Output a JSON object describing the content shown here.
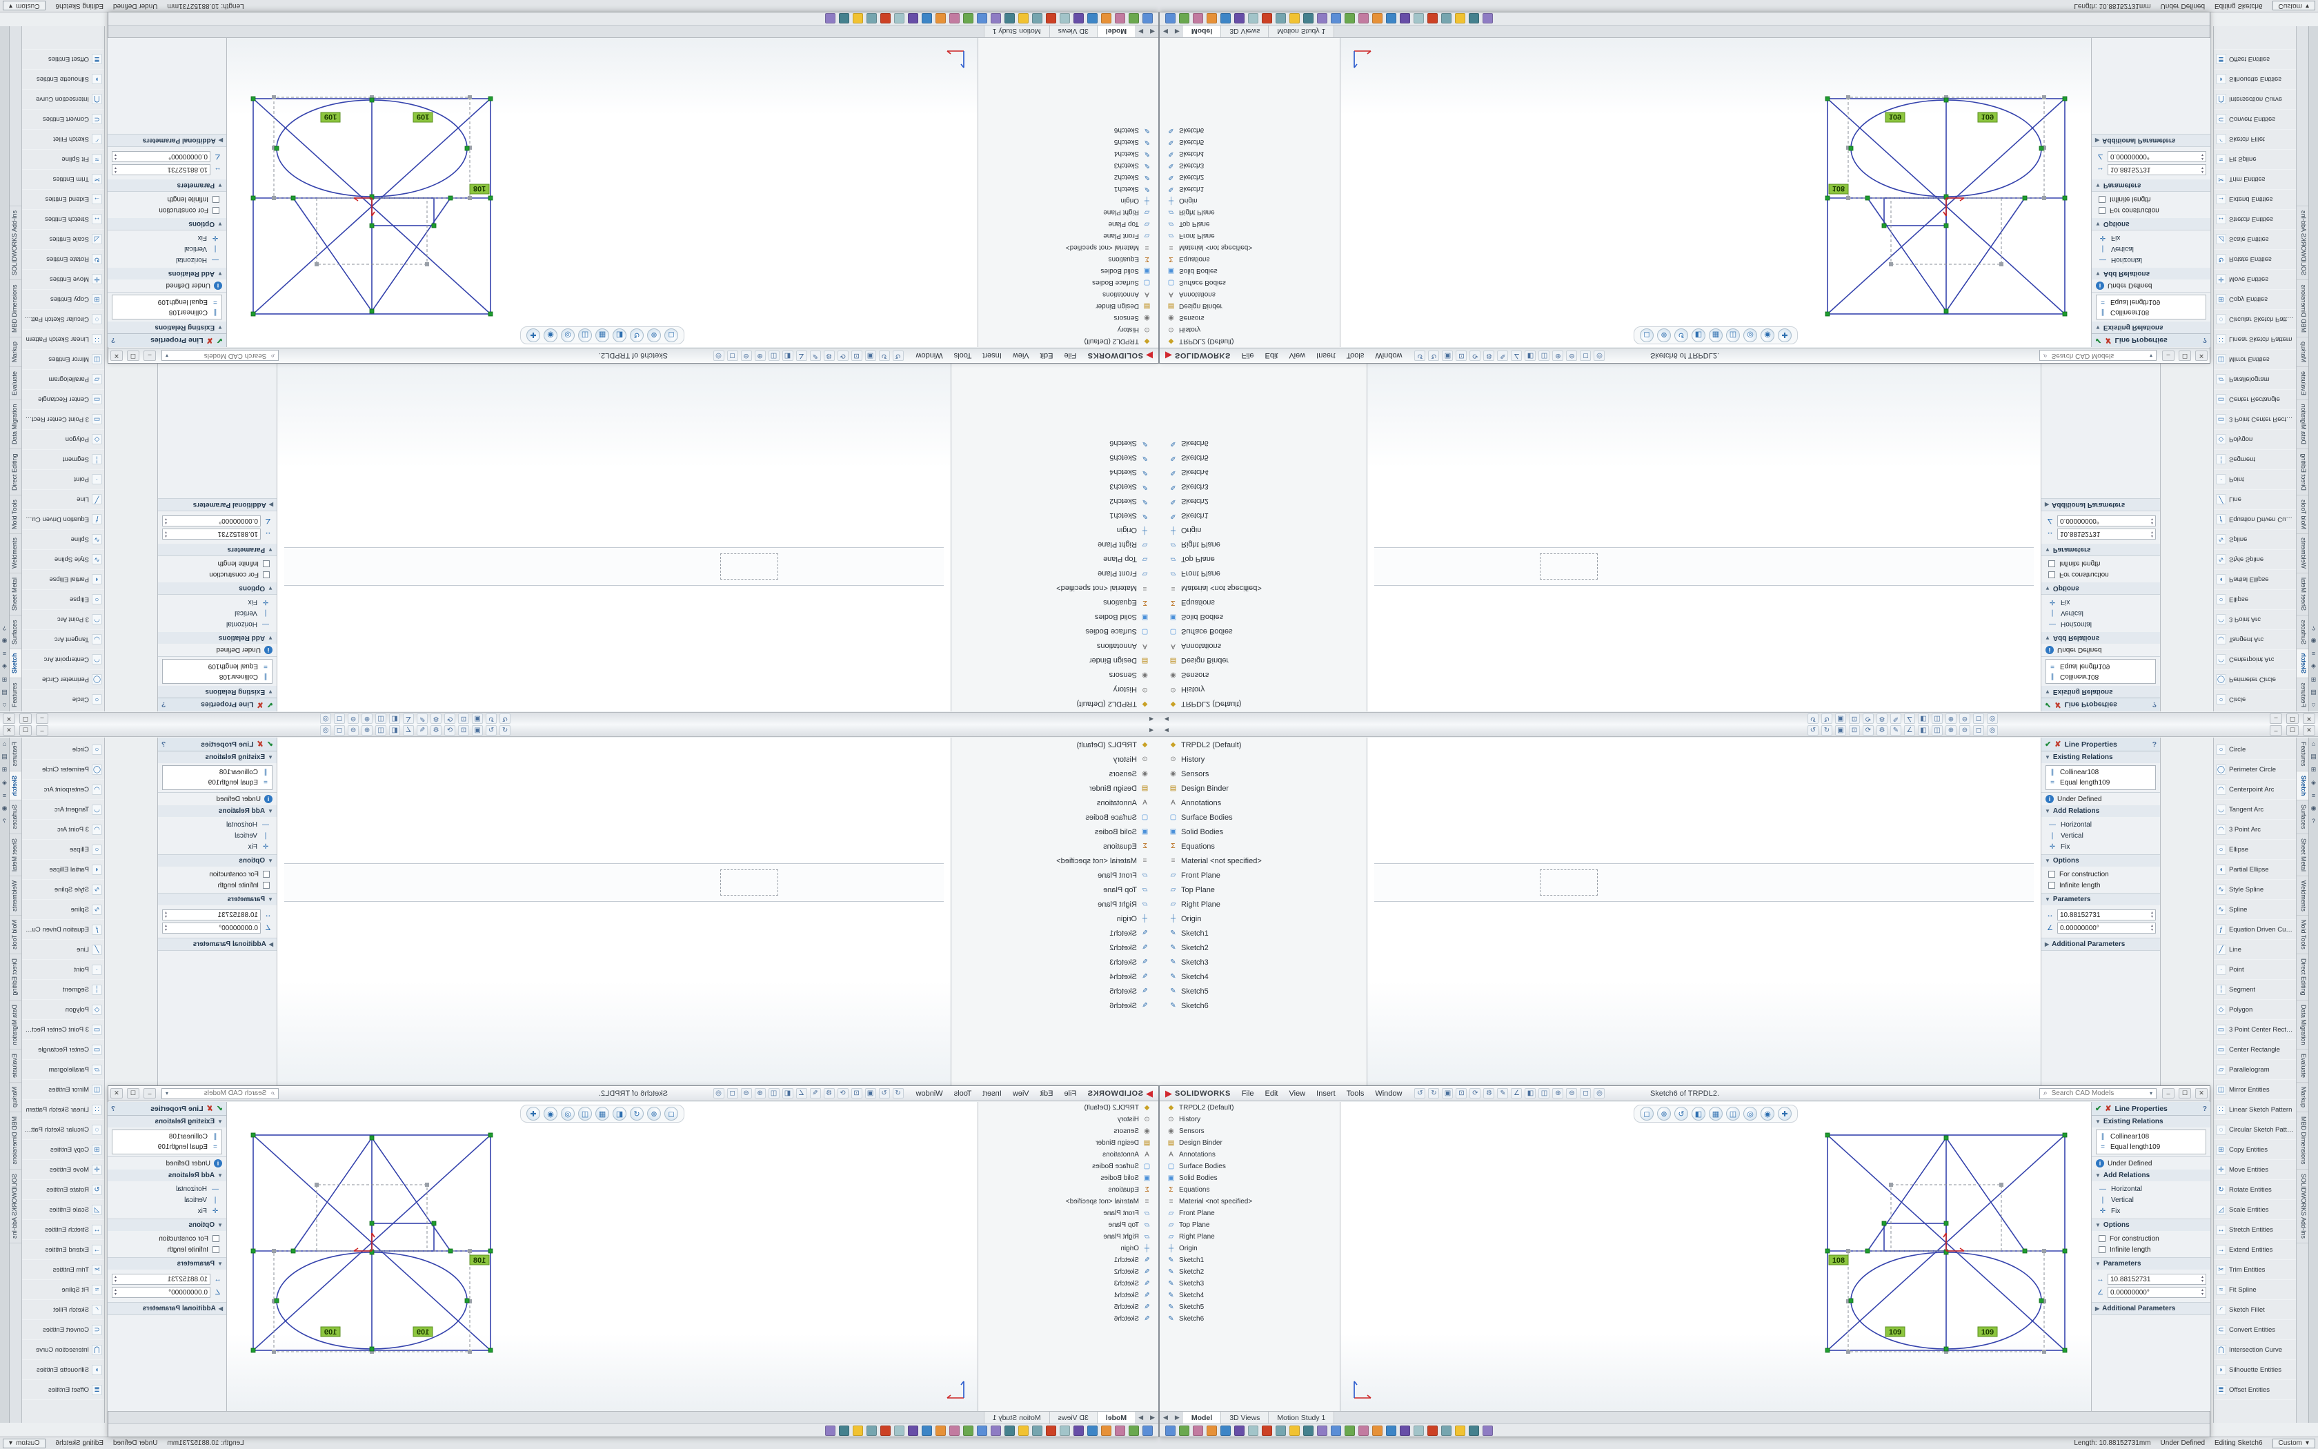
{
  "window": {
    "brand": "SOLIDWORKS",
    "logo_glyph": "▶",
    "title": "Sketch6 of TRPDL2.",
    "menus": [
      "File",
      "Edit",
      "View",
      "Insert",
      "Tools",
      "Window"
    ],
    "search_placeholder": "Search CAD Models",
    "search_icon": "⌕",
    "window_controls": [
      "–",
      "☐",
      "✕"
    ],
    "back_arrow": "◄"
  },
  "colors": {
    "sketch_line": "#3644ad",
    "construction": "#8a8f98",
    "relation_flag_bg": "#8dc63f",
    "vertex_green": "#1f9d2f",
    "origin_red": "#cc2222",
    "accent_blue": "#2e6fb0"
  },
  "w1": {
    "titlebar_icons": [
      {
        "name": "undo-icon",
        "glyph": "↺"
      },
      {
        "name": "redo-icon",
        "glyph": "↻"
      },
      {
        "name": "save-icon",
        "glyph": "▣"
      },
      {
        "name": "print-icon",
        "glyph": "⊡"
      },
      {
        "name": "rebuild-icon",
        "glyph": "⟳"
      },
      {
        "name": "options-icon",
        "glyph": "⚙"
      },
      {
        "name": "sketch-icon",
        "glyph": "✎"
      },
      {
        "name": "measure-icon",
        "glyph": "∠"
      },
      {
        "name": "section-view-icon",
        "glyph": "◧"
      },
      {
        "name": "display-style-icon",
        "glyph": "◫"
      },
      {
        "name": "zoom-in-icon",
        "glyph": "⊕"
      },
      {
        "name": "zoom-out-icon",
        "glyph": "⊖"
      },
      {
        "name": "zoom-fit-icon",
        "glyph": "◻"
      },
      {
        "name": "hide-show-icon",
        "glyph": "◎"
      }
    ]
  },
  "feature_tree": {
    "items": [
      {
        "name": "tree-item-part",
        "label": "TRPDL2 (Default)",
        "glyph": "◆",
        "color": "#c9a227"
      },
      {
        "name": "tree-item-history",
        "label": "History",
        "glyph": "⊙",
        "color": "#777777"
      },
      {
        "name": "tree-item-sensors",
        "label": "Sensors",
        "glyph": "◉",
        "color": "#777777"
      },
      {
        "name": "tree-item-design-binder",
        "label": "Design Binder",
        "glyph": "▤",
        "color": "#b8860b"
      },
      {
        "name": "tree-item-annotations",
        "label": "Annotations",
        "glyph": "A",
        "color": "#666666"
      },
      {
        "name": "tree-item-surface-bodies",
        "label": "Surface Bodies",
        "glyph": "▢",
        "color": "#4a90d9"
      },
      {
        "name": "tree-item-solid-bodies",
        "label": "Solid Bodies",
        "glyph": "▣",
        "color": "#4a90d9"
      },
      {
        "name": "tree-item-equations",
        "label": "Equations",
        "glyph": "Σ",
        "color": "#b05c00"
      },
      {
        "name": "tree-item-material",
        "label": "Material <not specified>",
        "glyph": "≡",
        "color": "#888888"
      },
      {
        "name": "tree-item-front-plane",
        "label": "Front Plane",
        "glyph": "▱",
        "color": "#3a7abd"
      },
      {
        "name": "tree-item-top-plane",
        "label": "Top Plane",
        "glyph": "▱",
        "color": "#3a7abd"
      },
      {
        "name": "tree-item-right-plane",
        "label": "Right Plane",
        "glyph": "▱",
        "color": "#3a7abd"
      },
      {
        "name": "tree-item-origin",
        "label": "Origin",
        "glyph": "┼",
        "color": "#3a7abd"
      },
      {
        "name": "tree-item-sketch1",
        "label": "Sketch1",
        "glyph": "✎",
        "color": "#2e6fb0"
      },
      {
        "name": "tree-item-sketch2",
        "label": "Sketch2",
        "glyph": "✎",
        "color": "#2e6fb0"
      },
      {
        "name": "tree-item-sketch3",
        "label": "Sketch3",
        "glyph": "✎",
        "color": "#2e6fb0"
      },
      {
        "name": "tree-item-sketch4",
        "label": "Sketch4",
        "glyph": "✎",
        "color": "#2e6fb0"
      },
      {
        "name": "tree-item-sketch5",
        "label": "Sketch5",
        "glyph": "✎",
        "color": "#2e6fb0"
      },
      {
        "name": "tree-item-sketch6",
        "label": "Sketch6",
        "glyph": "✎",
        "color": "#2e6fb0"
      }
    ]
  },
  "property_panel": {
    "title": "Line Properties",
    "ok_glyph": "✔",
    "cancel_glyph": "✘",
    "help_glyph": "?",
    "existing_relations": {
      "label": "Existing Relations",
      "items": [
        {
          "label": "Collinear108",
          "glyph": "∥"
        },
        {
          "label": "Equal length109",
          "glyph": "="
        }
      ]
    },
    "information": {
      "label": "Under Defined",
      "glyph": "i"
    },
    "add_relations": {
      "label": "Add Relations",
      "items": [
        {
          "label": "Horizontal",
          "glyph": "―"
        },
        {
          "label": "Vertical",
          "glyph": "❘"
        },
        {
          "label": "Fix",
          "glyph": "✛"
        }
      ]
    },
    "options": {
      "label": "Options",
      "items": [
        {
          "label": "For construction"
        },
        {
          "label": "Infinite length"
        }
      ]
    },
    "parameters": {
      "label": "Parameters",
      "fields": [
        {
          "glyph": "↔",
          "value": "10.88152731"
        },
        {
          "glyph": "∠",
          "value": "0.00000000°"
        }
      ]
    },
    "additional_parameters": {
      "label": "Additional Parameters"
    }
  },
  "sketch_tools": [
    {
      "label": "Circle",
      "glyph": "○"
    },
    {
      "label": "Perimeter Circle",
      "glyph": "◯"
    },
    {
      "label": "Centerpoint Arc",
      "glyph": "◠"
    },
    {
      "label": "Tangent Arc",
      "glyph": "◡"
    },
    {
      "label": "3 Point Arc",
      "glyph": "◠"
    },
    {
      "label": "Ellipse",
      "glyph": "○"
    },
    {
      "label": "Partial Ellipse",
      "glyph": "◖"
    },
    {
      "label": "Style Spline",
      "glyph": "∿"
    },
    {
      "label": "Spline",
      "glyph": "∿"
    },
    {
      "label": "Equation Driven Curve",
      "glyph": "ƒ"
    },
    {
      "label": "Line",
      "glyph": "╱"
    },
    {
      "label": "Point",
      "glyph": "·"
    },
    {
      "label": "Segment",
      "glyph": "╎"
    },
    {
      "label": "Polygon",
      "glyph": "◇"
    },
    {
      "label": "3 Point Center Recta...",
      "glyph": "▭"
    },
    {
      "label": "Center Rectangle",
      "glyph": "▭"
    },
    {
      "label": "Parallelogram",
      "glyph": "▱"
    },
    {
      "label": "Mirror Entities",
      "glyph": "◫"
    },
    {
      "label": "Linear Sketch Pattern",
      "glyph": "∷"
    },
    {
      "label": "Circular Sketch Pattern",
      "glyph": "◌"
    },
    {
      "label": "Copy Entities",
      "glyph": "⊞"
    },
    {
      "label": "Move Entities",
      "glyph": "✛"
    },
    {
      "label": "Rotate Entities",
      "glyph": "↻"
    },
    {
      "label": "Scale Entities",
      "glyph": "◿"
    },
    {
      "label": "Stretch Entities",
      "glyph": "↔"
    },
    {
      "label": "Extend Entities",
      "glyph": "→"
    },
    {
      "label": "Trim Entities",
      "glyph": "✂"
    },
    {
      "label": "Fit Spline",
      "glyph": "≈"
    },
    {
      "label": "Sketch Fillet",
      "glyph": "◜"
    },
    {
      "label": "Convert Entities",
      "glyph": "⊂"
    },
    {
      "label": "Intersection Curve",
      "glyph": "⋂"
    },
    {
      "label": "Silhouette Entities",
      "glyph": "◗"
    },
    {
      "label": "Offset Entities",
      "glyph": "≣"
    }
  ],
  "command_tabs": [
    {
      "label": "Features"
    },
    {
      "label": "Sketch",
      "active": true
    },
    {
      "label": "Surfaces"
    },
    {
      "label": "Sheet Metal"
    },
    {
      "label": "Weldments"
    },
    {
      "label": "Mold Tools"
    },
    {
      "label": "Direct Editing"
    },
    {
      "label": "Data Migration"
    },
    {
      "label": "Evaluate"
    },
    {
      "label": "Markup"
    },
    {
      "label": "MBD Dimensions"
    },
    {
      "label": "SOLIDWORKS Add-Ins"
    }
  ],
  "task_pane_icons": [
    {
      "name": "home-icon",
      "glyph": "⌂"
    },
    {
      "name": "design-library-icon",
      "glyph": "▤"
    },
    {
      "name": "file-explorer-icon",
      "glyph": "⊞"
    },
    {
      "name": "appearances-icon",
      "glyph": "◈"
    },
    {
      "name": "custom-properties-icon",
      "glyph": "≡"
    },
    {
      "name": "forum-icon",
      "glyph": "◉"
    },
    {
      "name": "help-icon",
      "glyph": "?"
    }
  ],
  "headsup_icons": [
    {
      "name": "zoom-fit-icon",
      "glyph": "◻"
    },
    {
      "name": "zoom-area-icon",
      "glyph": "⊕"
    },
    {
      "name": "previous-view-icon",
      "glyph": "↺"
    },
    {
      "name": "section-view-icon",
      "glyph": "◧"
    },
    {
      "name": "view-orientation-icon",
      "glyph": "▦"
    },
    {
      "name": "display-style-icon",
      "glyph": "◫"
    },
    {
      "name": "hide-show-icon",
      "glyph": "◎"
    },
    {
      "name": "appearance-icon",
      "glyph": "◉"
    },
    {
      "name": "scene-icon",
      "glyph": "✚"
    }
  ],
  "command_icons": [
    {
      "name": "command-tool-icon",
      "color": "#5b8ed6"
    },
    {
      "name": "command-tool-icon",
      "color": "#6aa84f"
    },
    {
      "name": "command-tool-icon",
      "color": "#c27ba0"
    },
    {
      "name": "command-tool-icon",
      "color": "#e69138"
    },
    {
      "name": "command-tool-icon",
      "color": "#3d85c6"
    },
    {
      "name": "command-tool-icon",
      "color": "#674ea7"
    },
    {
      "name": "command-tool-icon",
      "color": "#a2c4c9"
    },
    {
      "name": "command-tool-icon",
      "color": "#cc4125"
    },
    {
      "name": "command-tool-icon",
      "color": "#76a5af"
    },
    {
      "name": "command-tool-icon",
      "color": "#f1c232"
    },
    {
      "name": "command-tool-icon",
      "color": "#45818e"
    },
    {
      "name": "command-tool-icon",
      "color": "#8e7cc3"
    },
    {
      "name": "command-tool-icon",
      "color": "#5b8ed6"
    },
    {
      "name": "command-tool-icon",
      "color": "#6aa84f"
    },
    {
      "name": "command-tool-icon",
      "color": "#c27ba0"
    },
    {
      "name": "command-tool-icon",
      "color": "#e69138"
    },
    {
      "name": "command-tool-icon",
      "color": "#3d85c6"
    },
    {
      "name": "command-tool-icon",
      "color": "#674ea7"
    },
    {
      "name": "command-tool-icon",
      "color": "#a2c4c9"
    },
    {
      "name": "command-tool-icon",
      "color": "#cc4125"
    },
    {
      "name": "command-tool-icon",
      "color": "#76a5af"
    },
    {
      "name": "command-tool-icon",
      "color": "#f1c232"
    },
    {
      "name": "command-tool-icon",
      "color": "#45818e"
    },
    {
      "name": "command-tool-icon",
      "color": "#8e7cc3"
    }
  ],
  "doc_tabs": [
    {
      "label": "Model"
    },
    {
      "label": "3D Views"
    },
    {
      "label": "Motion Study 1"
    }
  ],
  "doc_tab_arrows": [
    {
      "glyph": "◀"
    },
    {
      "glyph": "▶"
    }
  ],
  "status_bar": {
    "items": [
      {
        "label": "Length: 10.88152731mm"
      },
      {
        "label": "Under Defined"
      },
      {
        "label": "Editing Sketch6"
      }
    ],
    "custom_label": "Custom",
    "custom_chevron": "▾"
  },
  "sketch_annotations": {
    "equal_flag_left": "109",
    "equal_flag_right": "109",
    "collinear_flag": "108"
  }
}
